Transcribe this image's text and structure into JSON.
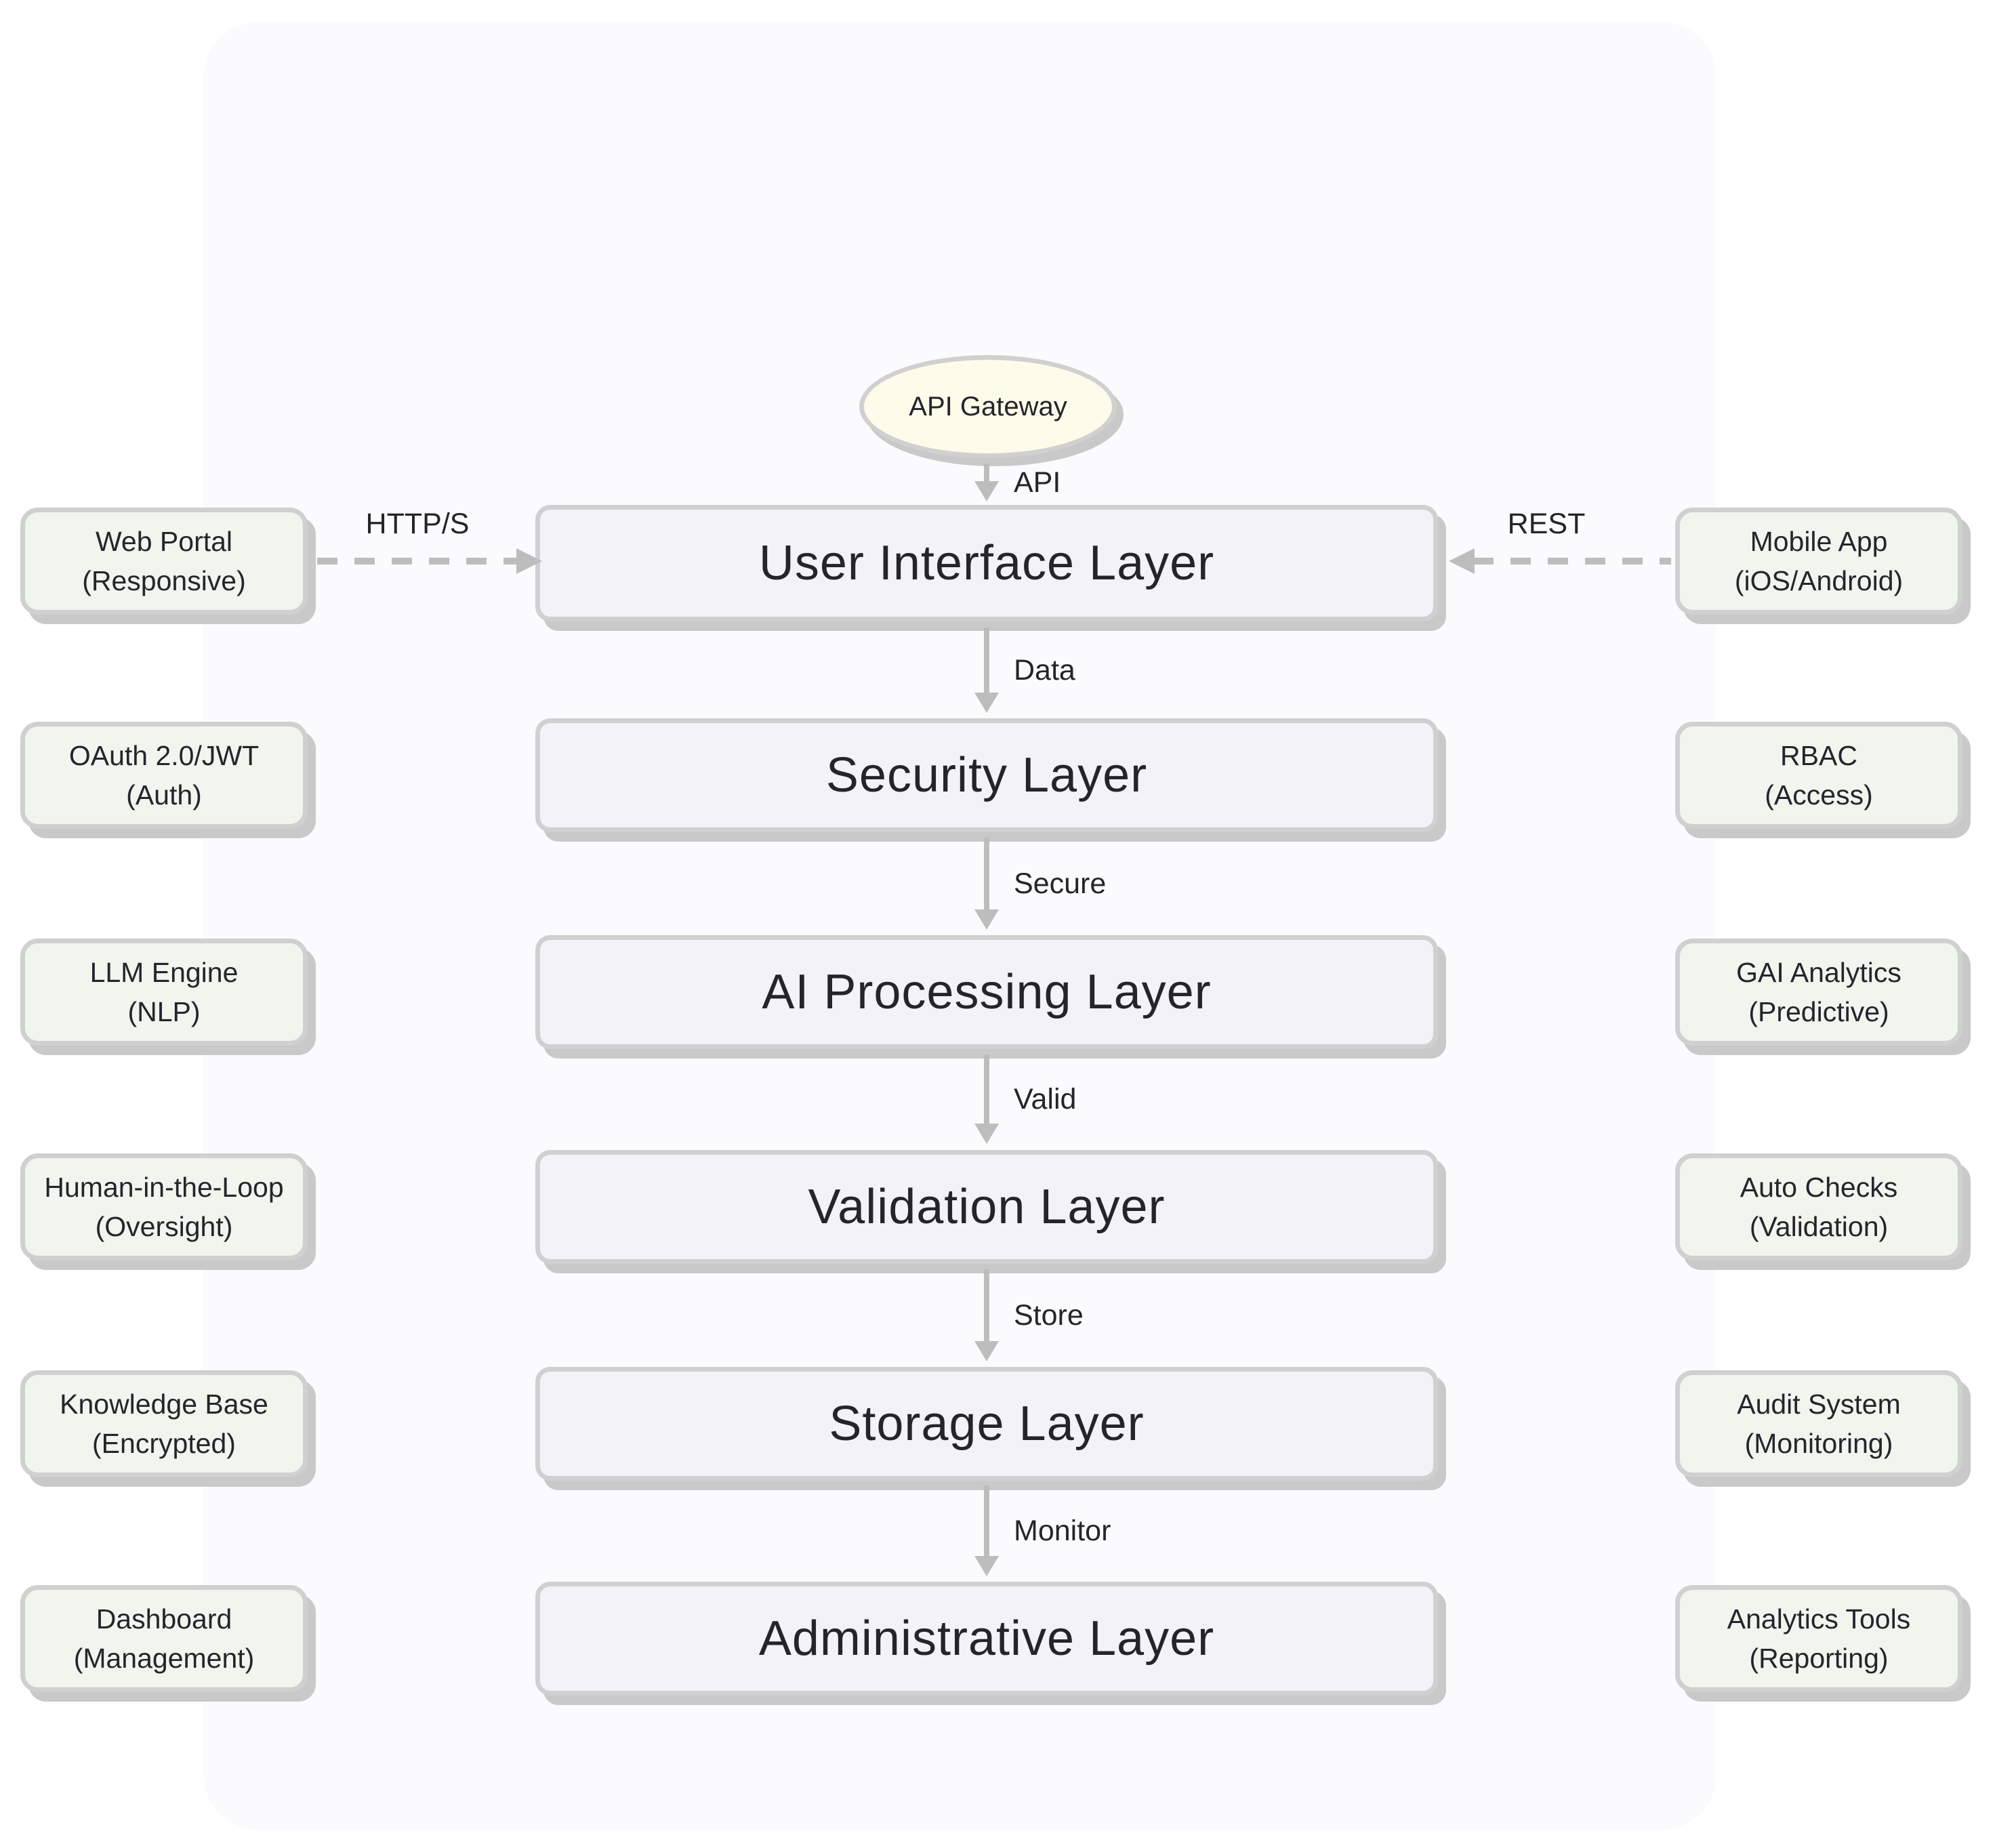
{
  "gateway": {
    "label": "API Gateway"
  },
  "layers": [
    {
      "label": "User Interface Layer"
    },
    {
      "label": "Security Layer"
    },
    {
      "label": "AI Processing Layer"
    },
    {
      "label": "Validation Layer"
    },
    {
      "label": "Storage Layer"
    },
    {
      "label": "Administrative Layer"
    }
  ],
  "flow_arrows": [
    {
      "label": "API"
    },
    {
      "label": "Data"
    },
    {
      "label": "Secure"
    },
    {
      "label": "Valid"
    },
    {
      "label": "Store"
    },
    {
      "label": "Monitor"
    }
  ],
  "side_arrows": {
    "left": {
      "label": "HTTP/S"
    },
    "right": {
      "label": "REST"
    }
  },
  "left_nodes": [
    {
      "title": "Web Portal",
      "subtitle": "(Responsive)"
    },
    {
      "title": "OAuth 2.0/JWT",
      "subtitle": "(Auth)"
    },
    {
      "title": "LLM Engine",
      "subtitle": "(NLP)"
    },
    {
      "title": "Human-in-the-Loop",
      "subtitle": "(Oversight)"
    },
    {
      "title": "Knowledge Base",
      "subtitle": "(Encrypted)"
    },
    {
      "title": "Dashboard",
      "subtitle": "(Management)"
    }
  ],
  "right_nodes": [
    {
      "title": "Mobile App",
      "subtitle": "(iOS/Android)"
    },
    {
      "title": "RBAC",
      "subtitle": "(Access)"
    },
    {
      "title": "GAI Analytics",
      "subtitle": "(Predictive)"
    },
    {
      "title": "Auto Checks",
      "subtitle": "(Validation)"
    },
    {
      "title": "Audit System",
      "subtitle": "(Monitoring)"
    },
    {
      "title": "Analytics Tools",
      "subtitle": "(Reporting)"
    }
  ],
  "colors": {
    "layer_fill": "#F2F2F8",
    "side_fill": "#F0F5EE",
    "gateway_fill": "#FDFBEA",
    "border": "#D0D0D0",
    "shadow": "#C9C9C9",
    "arrow": "#BDBDBD",
    "panel_background": "#FBFBFE",
    "text": "#26242B"
  }
}
